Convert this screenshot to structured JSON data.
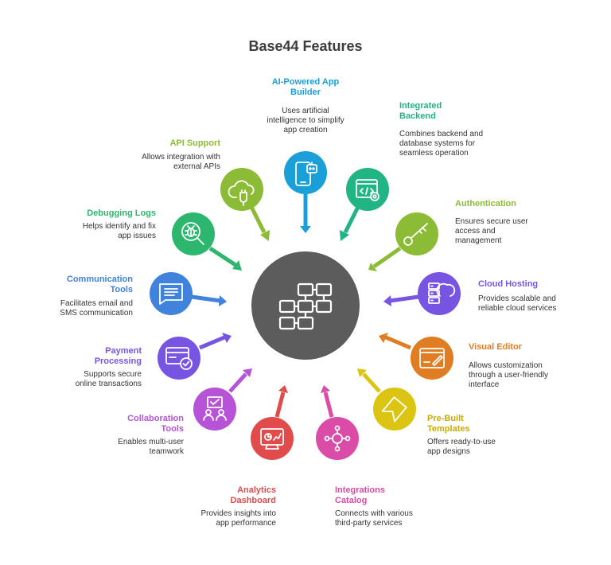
{
  "title": "Base44 Features",
  "features": {
    "ai_builder": {
      "title": "AI-Powered App Builder",
      "desc": "Uses artificial intelligence to simplify app creation",
      "color": "#1a9fd9",
      "icon": "smartphone-robot-icon"
    },
    "backend": {
      "title": "Integrated Backend",
      "desc": "Combines backend and database systems for seamless operation",
      "color": "#20b582",
      "icon": "code-gear-window-icon"
    },
    "auth": {
      "title": "Authentication",
      "desc": "Ensures secure user access and management",
      "color": "#8cbc35",
      "icon": "key-icon"
    },
    "cloud": {
      "title": "Cloud Hosting",
      "desc": "Provides scalable and reliable cloud services",
      "color": "#7755e2",
      "icon": "cloud-server-icon"
    },
    "editor": {
      "title": "Visual Editor",
      "desc": "Allows customization through a user-friendly interface",
      "color": "#e07d22",
      "icon": "edit-window-icon"
    },
    "templates": {
      "title": "Pre-Built Templates",
      "desc": "Offers ready-to-use app designs",
      "color": "#dbc512",
      "icon": "bookmark-icon"
    },
    "integrations": {
      "title": "Integrations Catalog",
      "desc": "Connects with various third-party services",
      "color": "#db4ca8",
      "icon": "network-nodes-icon"
    },
    "analytics": {
      "title": "Analytics Dashboard",
      "desc": "Provides insights into app performance",
      "color": "#e14b4b",
      "icon": "dashboard-monitor-icon"
    },
    "collab": {
      "title": "Collaboration Tools",
      "desc": "Enables multi-user teamwork",
      "color": "#b653d6",
      "icon": "team-board-icon"
    },
    "payment": {
      "title": "Payment Processing",
      "desc": "Supports secure online transactions",
      "color": "#7755e2",
      "icon": "credit-card-check-icon"
    },
    "comms": {
      "title": "Communication Tools",
      "desc": "Facilitates email and SMS communication",
      "color": "#3f83dd",
      "icon": "chat-bubble-icon"
    },
    "debug": {
      "title": "Debugging Logs",
      "desc": "Helps identify and fix app issues",
      "color": "#2db76e",
      "icon": "bug-search-icon"
    },
    "api": {
      "title": "API Support",
      "desc": "Allows integration with external APIs",
      "color": "#8cbc35",
      "icon": "cloud-plug-icon"
    }
  },
  "center": {
    "color": "#5c5c5c",
    "icon": "workflow-blocks-icon"
  }
}
